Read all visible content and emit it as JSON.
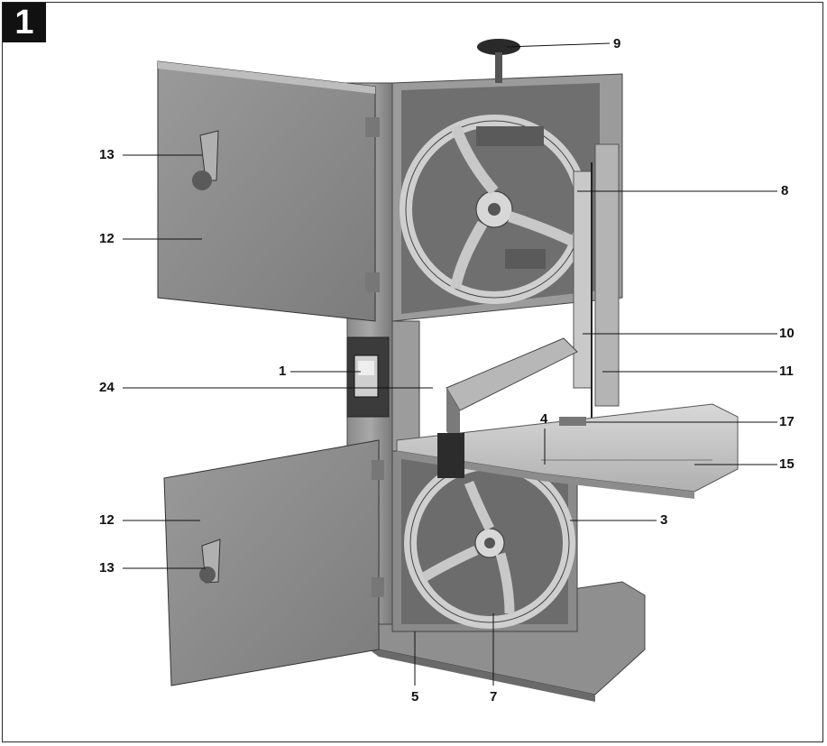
{
  "figure": {
    "number": "1"
  },
  "callouts": {
    "c1": "1",
    "c3": "3",
    "c4": "4",
    "c5": "5",
    "c7": "7",
    "c8": "8",
    "c9": "9",
    "c10": "10",
    "c11": "11",
    "c12_upper": "12",
    "c12_lower": "12",
    "c13_upper": "13",
    "c13_lower": "13",
    "c15": "15",
    "c17": "17",
    "c24": "24"
  },
  "colors": {
    "metal_light": "#a9a9a9",
    "metal_mid": "#8e8e8e",
    "metal_dark": "#555555",
    "table_top": "#cfcfcf",
    "line": "#111111"
  }
}
